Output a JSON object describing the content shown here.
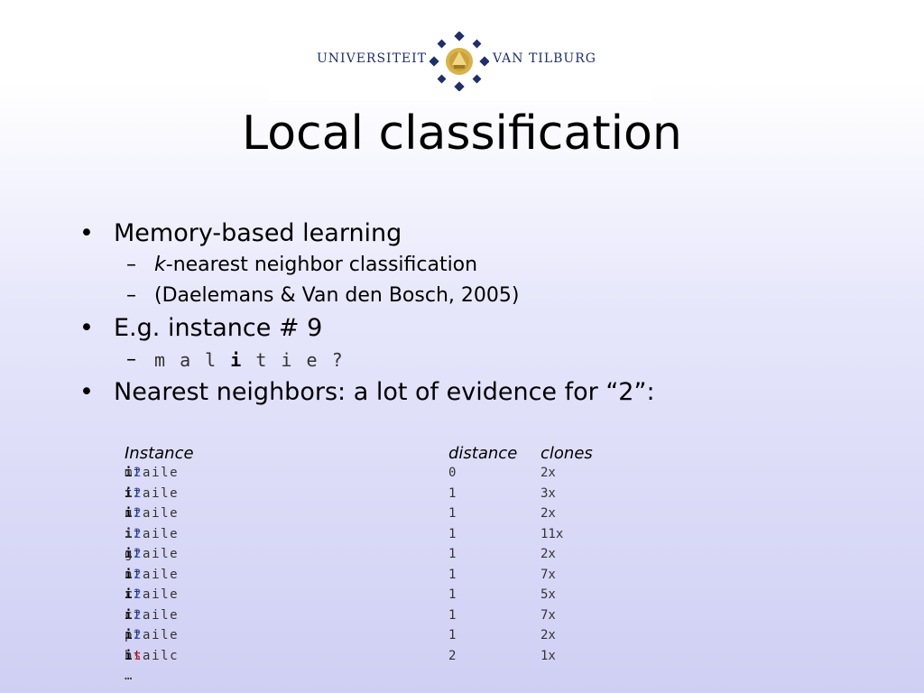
{
  "logo": {
    "left_text": "UNIVERSITEIT",
    "right_text": "VAN TILBURG",
    "emblem": "university-emblem-icon",
    "colors": {
      "navy": "#1f2f6b",
      "gold": "#c9a23a"
    }
  },
  "title": "Local classification",
  "bullets": [
    {
      "text": "Memory-based learning",
      "sub": [
        {
          "italic_prefix": "k",
          "text": "-nearest neighbor classification"
        },
        {
          "italic_prefix": "",
          "text": "(Daelemans & Van den Bosch, 2005)"
        }
      ]
    },
    {
      "text": "E.g. instance # 9",
      "sub_code": {
        "before": "m a l ",
        "focus": "i",
        "after": " t i e ?"
      }
    },
    {
      "text": "Nearest neighbors: a lot of evidence for “2”:"
    }
  ],
  "table": {
    "headers": {
      "instance": "Instance",
      "distance": "distance",
      "clones": "clones"
    },
    "rows": [
      {
        "before": "m a l ",
        "focus": "i",
        "after": " t i e ",
        "cls": "2",
        "distance": "0",
        "clones": "2x"
      },
      {
        "before": "t a l ",
        "focus": "i",
        "after": " t i e ",
        "cls": "2",
        "distance": "1",
        "clones": "3x"
      },
      {
        "before": "u a l ",
        "focus": "i",
        "after": " t i e ",
        "cls": "2",
        "distance": "1",
        "clones": "2x"
      },
      {
        "before": "i a l ",
        "focus": "i",
        "after": " t i e ",
        "cls": "2",
        "distance": "1",
        "clones": "11x"
      },
      {
        "before": "g a l ",
        "focus": "i",
        "after": " t i e ",
        "cls": "2",
        "distance": "1",
        "clones": "2x"
      },
      {
        "before": "n a l ",
        "focus": "i",
        "after": " t i e ",
        "cls": "2",
        "distance": "1",
        "clones": "7x"
      },
      {
        "before": "r a l ",
        "focus": "i",
        "after": " t i e ",
        "cls": "2",
        "distance": "1",
        "clones": "5x"
      },
      {
        "before": "c a l ",
        "focus": "i",
        "after": " t i e ",
        "cls": "2",
        "distance": "1",
        "clones": "7x"
      },
      {
        "before": "p a l ",
        "focus": "i",
        "after": " t i e ",
        "cls": "2",
        "distance": "1",
        "clones": "2x"
      },
      {
        "before": "h a l ",
        "focus": "i",
        "after": " t i c ",
        "cls": "s",
        "distance": "2",
        "clones": "1x"
      }
    ],
    "ellipsis": "…"
  }
}
